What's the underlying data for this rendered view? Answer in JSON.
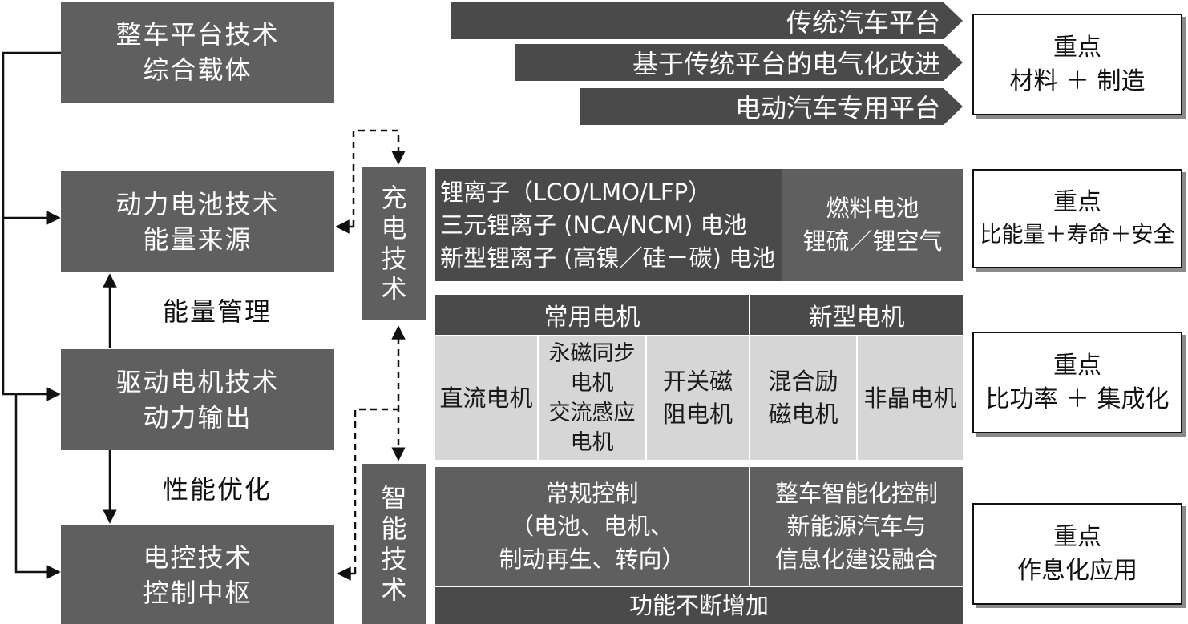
{
  "left": {
    "platform": [
      "整车平台技术",
      "综合载体"
    ],
    "battery": [
      "动力电池技术",
      "能量来源"
    ],
    "energy_mgmt": "能量管理",
    "motor": [
      "驱动电机技术",
      "动力输出"
    ],
    "perf_opt": "性能优化",
    "control": [
      "电控技术",
      "控制中枢"
    ]
  },
  "middle": {
    "charging": [
      "充",
      "电",
      "技",
      "术"
    ],
    "smart": [
      "智",
      "能",
      "技",
      "术"
    ]
  },
  "platforms": [
    "传统汽车平台",
    "基于传统平台的电气化改进",
    "电动汽车专用平台"
  ],
  "battery_types": {
    "lithium": [
      "锂离子（LCO/LMO/LFP）",
      "三元锂离子 (NCA/NCM) 电池",
      "新型锂离子 (高镍／硅－碳) 电池"
    ],
    "other": [
      "燃料电池",
      "锂硫／锂空气"
    ]
  },
  "motors": {
    "common_header": "常用电机",
    "new_header": "新型电机",
    "dc": "直流电机",
    "pm_ac": [
      "永磁同步",
      "电机",
      "交流感应",
      "电机"
    ],
    "srm": [
      "开关磁",
      "阻电机"
    ],
    "hybrid": [
      "混合励",
      "磁电机"
    ],
    "amorphous": "非晶电机"
  },
  "control": {
    "conventional": [
      "常规控制",
      "（电池、电机、",
      "制动再生、转向）"
    ],
    "smart": [
      "整车智能化控制",
      "新能源汽车与",
      "信息化建设融合"
    ],
    "footer": "功能不断增加"
  },
  "focus": [
    {
      "title": "重点",
      "desc": "材料 ＋ 制造"
    },
    {
      "title": "重点",
      "desc": "比能量＋寿命＋安全"
    },
    {
      "title": "重点",
      "desc": "比功率 ＋ 集成化"
    },
    {
      "title": "重点",
      "desc": "作息化应用"
    }
  ]
}
